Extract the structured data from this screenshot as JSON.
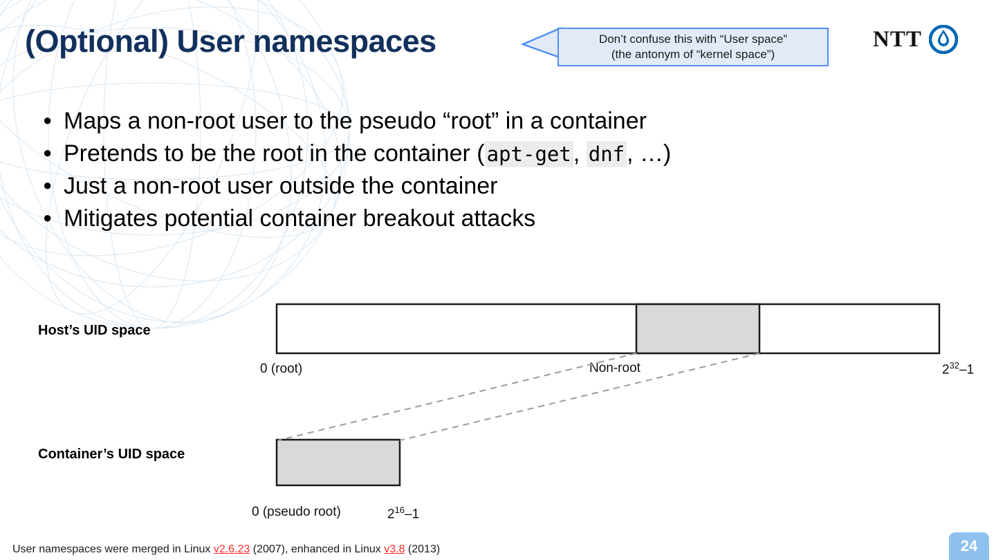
{
  "slide": {
    "title": "(Optional) User namespaces",
    "title_color": "#12305c",
    "page_number": "24"
  },
  "callout": {
    "line1": "Don’t confuse this with “User space”",
    "line2": "(the antonym of “kernel space”)",
    "fill_color": "#e2eaf8",
    "border_color": "#4f8ff0"
  },
  "logo": {
    "wordmark": "NTT",
    "mark_color": "#0067b4"
  },
  "bullets": [
    {
      "dot": "●",
      "parts": [
        {
          "type": "text",
          "value": "Maps a non-root user to the pseudo “root” in a container"
        }
      ]
    },
    {
      "dot": "●",
      "parts": [
        {
          "type": "text",
          "value": "Pretends to be the root in the container ("
        },
        {
          "type": "code",
          "value": "apt-get"
        },
        {
          "type": "text",
          "value": ", "
        },
        {
          "type": "code",
          "value": "dnf"
        },
        {
          "type": "text",
          "value": ", …)"
        }
      ]
    },
    {
      "dot": "●",
      "parts": [
        {
          "type": "text",
          "value": "Just a non-root user outside the container"
        }
      ]
    },
    {
      "dot": "●",
      "parts": [
        {
          "type": "text",
          "value": "Mitigates potential container breakout attacks"
        }
      ]
    }
  ],
  "diagram": {
    "host_label": "Host’s UID space",
    "container_label": "Container’s UID space",
    "host_min_label": "0 (root)",
    "host_nonroot_label": "Non-root",
    "host_max_base": "2",
    "host_max_exp": "32",
    "host_max_suffix": "–1",
    "container_min_label": "0 (pseudo root)",
    "container_max_base": "2",
    "container_max_exp": "16",
    "container_max_suffix": "–1",
    "mapped_fill": "#d9d9d9",
    "connector_color": "#9a9a9a"
  },
  "footer": {
    "part1": "User namespaces were merged in Linux ",
    "link1": "v2.6.23",
    "part2": " (2007), enhanced in Linux ",
    "link2": "v3.8",
    "part3": " (2013)",
    "link_color": "#ff2a2a"
  }
}
